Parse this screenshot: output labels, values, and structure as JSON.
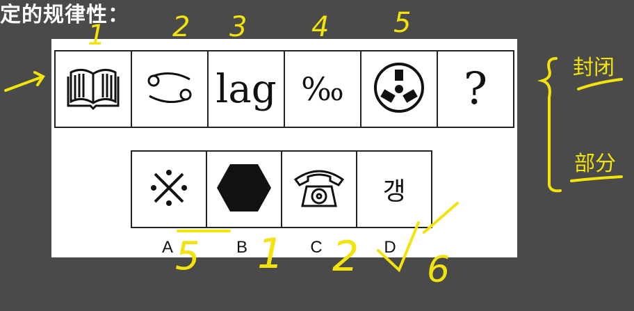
{
  "heading": "定的规律性：",
  "row1": [
    {
      "kind": "icon",
      "icon": "open-book-icon"
    },
    {
      "kind": "icon",
      "icon": "cancer-symbol-icon"
    },
    {
      "kind": "text",
      "text": "lag"
    },
    {
      "kind": "text",
      "text": "‰"
    },
    {
      "kind": "icon",
      "icon": "radiation-symbol-icon"
    },
    {
      "kind": "text",
      "text": "?"
    }
  ],
  "row2": [
    {
      "label": "A",
      "icon": "reference-mark-icon"
    },
    {
      "label": "B",
      "icon": "hexagon-icon"
    },
    {
      "label": "C",
      "icon": "telephone-icon"
    },
    {
      "label": "D",
      "text": "갱"
    }
  ],
  "annotations": {
    "top_numbers": [
      "1",
      "2",
      "3",
      "4",
      "5"
    ],
    "side_notes": [
      "封闭",
      "部分"
    ],
    "option_marks": [
      "5",
      "1",
      "2",
      "√",
      "6"
    ]
  },
  "colors": {
    "annotation": "#f2e30b",
    "background": "#4a4a4a"
  }
}
